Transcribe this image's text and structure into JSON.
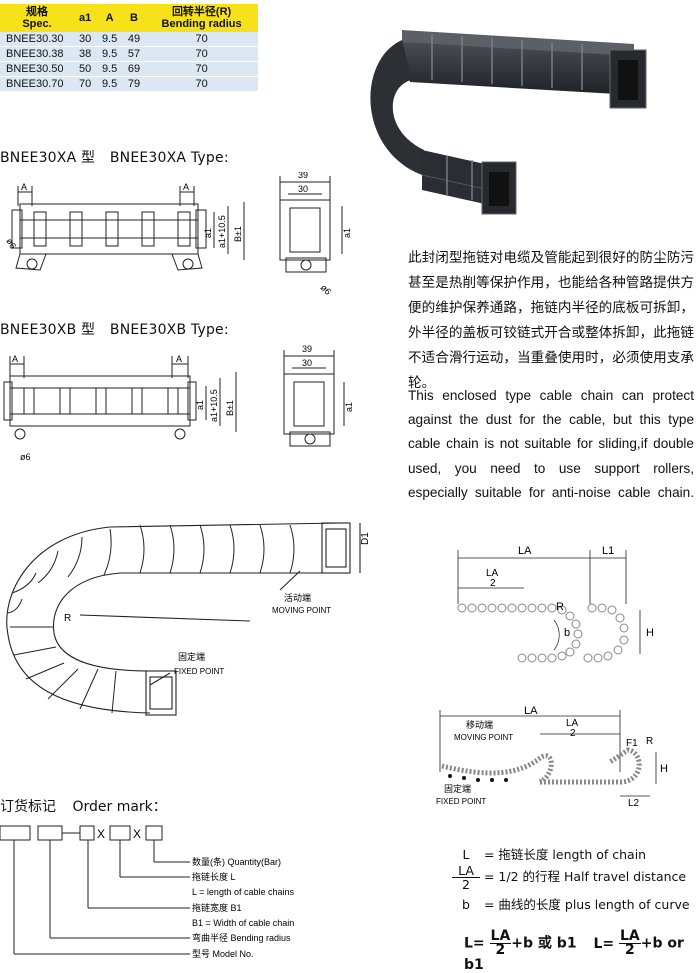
{
  "spec_table": {
    "headers": {
      "spec_cn": "规格",
      "spec_en": "Spec.",
      "a1": "a1",
      "a": "A",
      "b": "B",
      "radius_cn": "回转半径(R)",
      "radius_en": "Bending radius"
    },
    "rows": [
      {
        "spec": "BNEE30.30",
        "a1": "30",
        "a": "9.5",
        "b": "49",
        "r": "70"
      },
      {
        "spec": "BNEE30.38",
        "a1": "38",
        "a": "9.5",
        "b": "57",
        "r": "70"
      },
      {
        "spec": "BNEE30.50",
        "a1": "50",
        "a": "9.5",
        "b": "69",
        "r": "70"
      },
      {
        "spec": "BNEE30.70",
        "a1": "70",
        "a": "9.5",
        "b": "79",
        "r": "70"
      }
    ]
  },
  "type_xa": {
    "cn": "BNEE30XA 型",
    "en": "BNEE30XA Type:"
  },
  "type_xb": {
    "cn": "BNEE30XB 型",
    "en": "BNEE30XB Type:"
  },
  "dims": {
    "a": "A",
    "phi6": "ø6",
    "a1": "a1",
    "a1_10_5": "a1+10.5",
    "b_pm1": "B±1",
    "w39": "39",
    "w30": "30",
    "d1": "D1",
    "r": "R",
    "la": "LA",
    "la_half_num": "LA",
    "la_half_den": "2",
    "l1": "L1",
    "h": "H",
    "b": "b",
    "f1": "F1",
    "l2": "L2"
  },
  "description": {
    "cn": "此封闭型拖链对电缆及管能起到很好的防尘防污甚至是热削等保护作用，也能给各种管路提供方便的维护保养通路，拖链内半径的底板可拆卸，外半径的盖板可铰链式开合或整体拆卸，此拖链不适合滑行运动，当重叠使用时，必须使用支承轮。",
    "en_lines": [
      "This enclosed type cable chain can protect",
      "against the dust for the cable, but this type",
      "cable chain is not suitable for sliding,if double",
      "used, you need to use support rollers,",
      "especially suitable for anti-noise cable chain."
    ]
  },
  "chain_labels": {
    "moving_cn": "活动端",
    "moving_en": "MOVING POINT",
    "fixed_cn": "固定端",
    "fixed_en": "FIXED POINT",
    "moving2_cn": "移动端",
    "moving2_en": "MOVING POINT",
    "fixed2_cn": "固定端",
    "fixed2_en": "FIXED POINT"
  },
  "order": {
    "title_cn": "订货标记",
    "title_en": "Order mark：",
    "x": "X",
    "items": [
      "数量(条) Quantity(Bar)",
      "拖链长度 L",
      "L = length of cable chains",
      "拖链宽度 B1",
      "B1 = Width of cable chain",
      "弯曲半径 Bending radius",
      "型号 Model No."
    ]
  },
  "legend": {
    "l_sym": "L",
    "l_text": "= 拖链长度  length of chain",
    "la_num": "LA",
    "la_den": "2",
    "la_text": "= 1/2 的行程  Half travel distance",
    "b_sym": "b",
    "b_text": "= 曲线的长度  plus length of curve"
  },
  "formula": {
    "l_eq": "L=",
    "num": "LA",
    "den": "2",
    "plus_b_or": "+b 或 b1",
    "l_eq2": "L=",
    "num2": "LA",
    "den2": "2",
    "plus_b_or2": "+b or b1"
  }
}
